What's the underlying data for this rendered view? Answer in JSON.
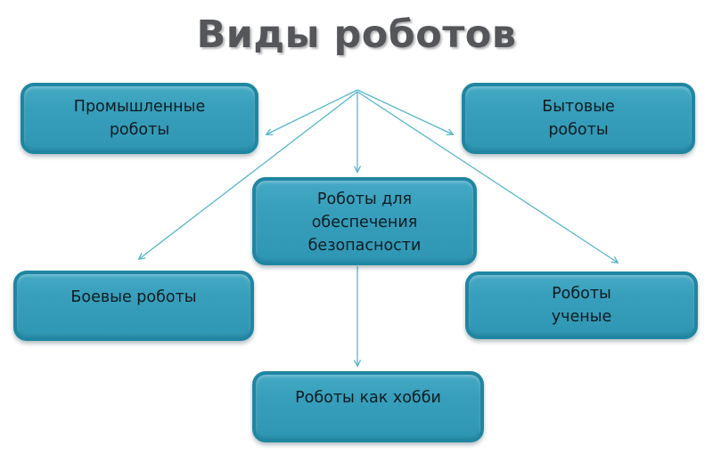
{
  "title": "Виды роботов",
  "colors": {
    "box_fill": "#379fbc",
    "box_border": "#1f86a2",
    "connector_line": "#58b5cb",
    "title_color": "#54565a",
    "label_color": "#0e1b20",
    "background": "#ffffff"
  },
  "nodes": [
    {
      "id": "industrial",
      "label": "Промышленные\nроботы"
    },
    {
      "id": "household",
      "label": "Бытовые\nроботы"
    },
    {
      "id": "security",
      "label": "Роботы для\nобеспечения\nбезопасности"
    },
    {
      "id": "combat",
      "label": "Боевые роботы"
    },
    {
      "id": "scientist",
      "label": "Роботы\nученые"
    },
    {
      "id": "hobby",
      "label": "Роботы как хобби"
    }
  ]
}
